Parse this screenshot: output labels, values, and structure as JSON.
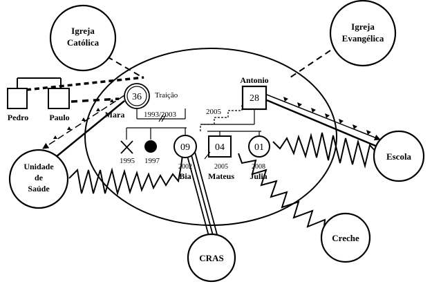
{
  "nodes": {
    "igreja_catolica": [
      "Igreja",
      "Católica"
    ],
    "igreja_evangelica": [
      "Igreja",
      "Evangélica"
    ],
    "unidade_saude": [
      "Unidade",
      "de",
      "Saúde"
    ],
    "escola": "Escola",
    "creche": "Creche",
    "cras": "CRAS"
  },
  "people": {
    "pedro": "Pedro",
    "paulo": "Paulo",
    "mara": "Mara",
    "mara_age": "36",
    "antonio": "Antonio",
    "antonio_age": "28",
    "bia": "Bia",
    "bia_age": "09",
    "bia_year": "2002",
    "mateus": "Mateus",
    "mateus_age": "04",
    "mateus_year": "2005",
    "julia": "Julia",
    "julia_age": "01",
    "julia_year": "2008",
    "child1_year": "1995",
    "child2_year": "1997"
  },
  "annotations": {
    "traicao": "Traição",
    "union1": "1993/2003",
    "union2": "2005"
  }
}
